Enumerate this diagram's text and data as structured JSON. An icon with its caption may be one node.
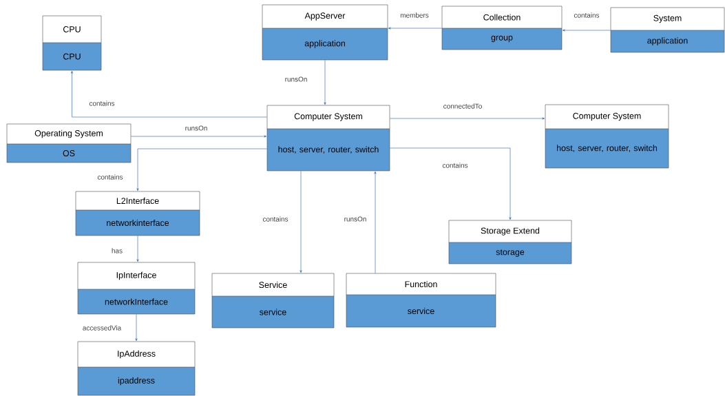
{
  "diagram": {
    "nodes": [
      {
        "text": [
          "CPU",
          "CPU"
        ]
      },
      {
        "text": [
          "AppServer",
          "application"
        ]
      },
      {
        "text": [
          "Collection",
          "group"
        ]
      },
      {
        "text": [
          "System",
          "application"
        ]
      },
      {
        "text": [
          "Operating System",
          "OS"
        ]
      },
      {
        "text": [
          "Computer System",
          "host, server, router, switch"
        ]
      },
      {
        "text": [
          "Computer System",
          "host, server, router, switch"
        ]
      },
      {
        "text": [
          "L2Interface",
          "networkinterface"
        ]
      },
      {
        "text": [
          "Storage Extend",
          "storage"
        ]
      },
      {
        "text": [
          "IpInterface",
          "networkInterface"
        ]
      },
      {
        "text": [
          "Service",
          "service"
        ]
      },
      {
        "text": [
          "Function",
          "service"
        ]
      },
      {
        "text": [
          "IpAddress",
          "ipaddress"
        ]
      }
    ],
    "edges": [
      {
        "from": 5,
        "to": 0,
        "arrow": "to",
        "label": "contains"
      },
      {
        "from": 1,
        "to": 5,
        "arrow": "to",
        "label": "runsOn"
      },
      {
        "from": 2,
        "to": 1,
        "arrow": "to",
        "label": "members"
      },
      {
        "from": 3,
        "to": 2,
        "arrow": "to",
        "label": "contains"
      },
      {
        "from": 4,
        "to": 5,
        "arrow": "to",
        "label": "runsOn"
      },
      {
        "from": 5,
        "to": 6,
        "arrow": "to",
        "label": "connectedTo"
      },
      {
        "from": 5,
        "to": 7,
        "arrow": "to",
        "label": "contains"
      },
      {
        "from": 5,
        "to": 8,
        "arrow": "to",
        "label": "contains"
      },
      {
        "from": 5,
        "to": 10,
        "arrow": "to",
        "label": "contains"
      },
      {
        "from": 11,
        "to": 5,
        "arrow": "to",
        "label": "runsOn"
      },
      {
        "from": 7,
        "to": 9,
        "arrow": "to",
        "label": "has"
      },
      {
        "from": 9,
        "to": 12,
        "arrow": "to",
        "label": "accessedVia"
      }
    ]
  }
}
